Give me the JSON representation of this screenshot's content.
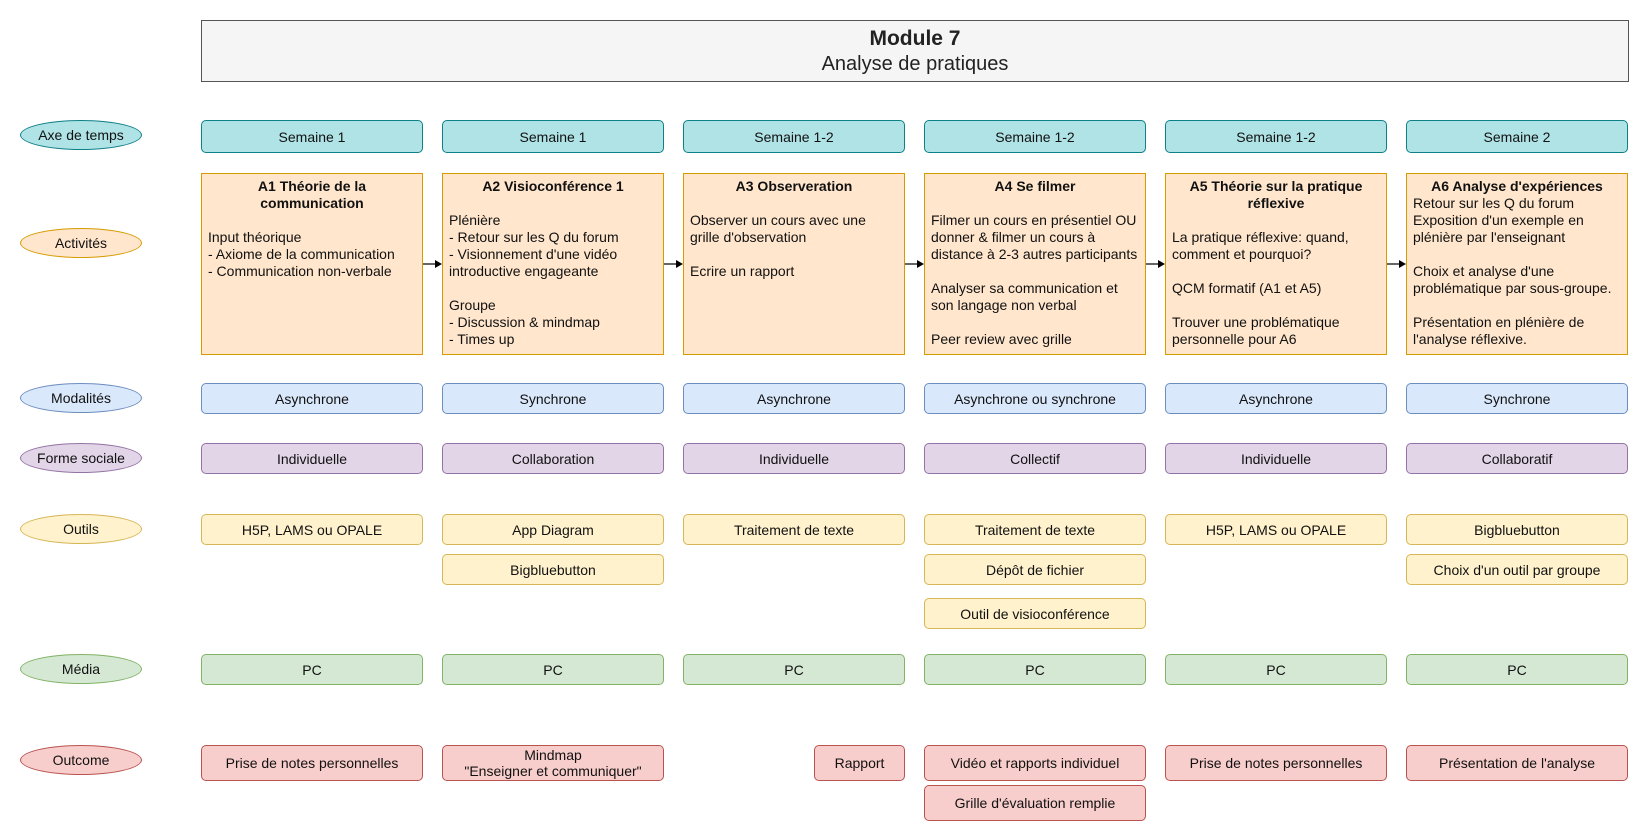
{
  "title": {
    "main": "Module 7",
    "sub": "Analyse de pratiques"
  },
  "lanes": {
    "time": "Axe de temps",
    "activities": "Activités",
    "modalities": "Modalités",
    "social": "Forme sociale",
    "tools": "Outils",
    "media": "Média",
    "outcome": "Outcome"
  },
  "weeks": [
    "Semaine 1",
    "Semaine 1",
    "Semaine 1-2",
    "Semaine 1-2",
    "Semaine 1-2",
    "Semaine 2"
  ],
  "activities": [
    {
      "title": "A1  Théorie de la communication",
      "body": "\nInput théorique\n- Axiome de la communication\n- Communication non-verbale"
    },
    {
      "title": "A2   Visioconférence 1",
      "body": "\nPlénière\n- Retour sur les Q du forum\n- Visionnement d'une vidéo introductive engageante\n\nGroupe\n- Discussion & mindmap\n- Times up"
    },
    {
      "title": "A3  Observeration",
      "body": "\nObserver un cours avec une grille d'observation\n\nEcrire un rapport"
    },
    {
      "title": "A4  Se filmer",
      "body": "\nFilmer un cours en présentiel OU donner & filmer un cours à distance à 2-3 autres participants\n\nAnalyser sa communication et son langage non verbal\n\nPeer review avec grille"
    },
    {
      "title": "A5  Théorie sur la pratique réflexive",
      "body": "\nLa pratique réflexive: quand, comment et pourquoi?\n\nQCM formatif (A1 et A5)\n\nTrouver une problématique personnelle pour A6"
    },
    {
      "title": "A6  Analyse d'expériences",
      "body": "Retour sur les Q du forum\nExposition d'un exemple en plénière par l'enseignant\n\nChoix et analyse d'une problématique par sous-groupe.\n\nPrésentation en plénière de l'analyse réflexive."
    }
  ],
  "modalities": [
    "Asynchrone",
    "Synchrone",
    "Asynchrone",
    "Asynchrone ou synchrone",
    "Asynchrone",
    "Synchrone"
  ],
  "social": [
    "Individuelle",
    "Collaboration",
    "Individuelle",
    "Collectif",
    "Individuelle",
    "Collaboratif"
  ],
  "tools": {
    "a1": [
      "H5P, LAMS ou OPALE"
    ],
    "a2": [
      "App Diagram",
      "Bigbluebutton"
    ],
    "a3": [
      "Traitement de texte"
    ],
    "a4": [
      "Traitement de texte",
      "Dépôt de fichier",
      "Outil de visioconférence"
    ],
    "a5": [
      "H5P, LAMS ou OPALE"
    ],
    "a6": [
      "Bigbluebutton",
      "Choix d'un outil par groupe"
    ]
  },
  "media": [
    "PC",
    "PC",
    "PC",
    "PC",
    "PC",
    "PC"
  ],
  "outcomes": {
    "a1": [
      "Prise de notes personnelles"
    ],
    "a2": [
      "Mindmap\n\"Enseigner et communiquer\""
    ],
    "a3": [
      "Rapport"
    ],
    "a4": [
      "Vidéo et rapports individuel",
      "Grille d'évaluation remplie"
    ],
    "a5": [
      "Prise de notes personnelles"
    ],
    "a6": [
      "Présentation de l'analyse"
    ]
  },
  "colors": {
    "teal": "#b0e3e6",
    "orange": "#ffe6cc",
    "blue": "#dae8fc",
    "purple": "#e1d5e7",
    "yellow": "#fff2cc",
    "green": "#d5e8d4",
    "red": "#f8cecc"
  }
}
